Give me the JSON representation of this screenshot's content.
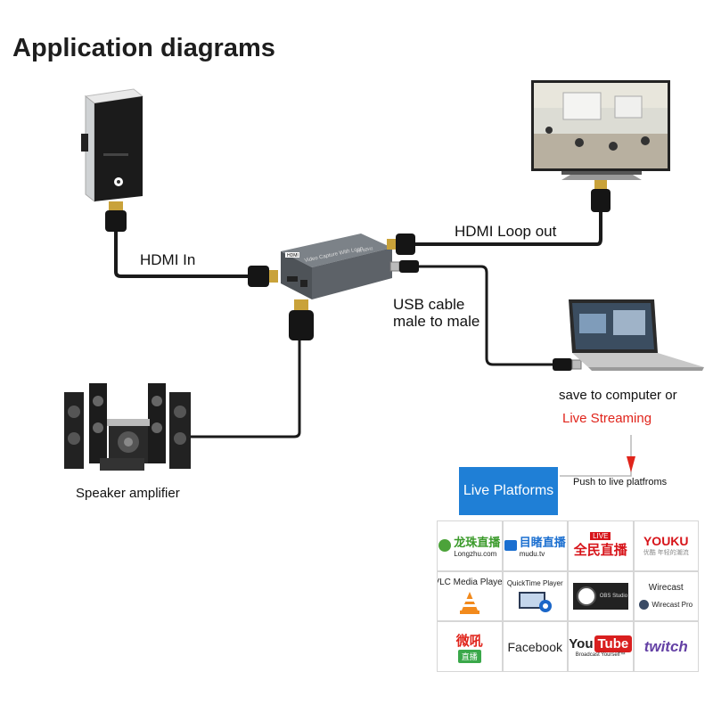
{
  "title": "Application diagrams",
  "labels": {
    "hdmi_in": "HDMI In",
    "hdmi_loop_out": "HDMI Loop out",
    "usb_cable_line1": "USB cable",
    "usb_cable_line2": "male to male",
    "save_to_computer": "save to computer or",
    "live_streaming": "Live Streaming",
    "speaker_amplifier": "Speaker amplifier",
    "push_to_live": "Push to live platfroms",
    "live_platforms": "Live Platforms"
  },
  "platforms": {
    "longzhu": {
      "name": "龙珠直播",
      "sub": "Longzhu.com"
    },
    "modu": {
      "name": "目睹直播",
      "sub": "mudu.tv"
    },
    "quanmin": {
      "name": "全民直播",
      "badge": "LIVE"
    },
    "youku": {
      "name": "YOUKU",
      "sub": "优酷 年轻的潮流"
    },
    "vlc": {
      "name": "VLC Media Player"
    },
    "quicktime": {
      "name": "QuickTime Player"
    },
    "obs": {
      "name": "OBS Studio"
    },
    "wirecast": {
      "name": "Wirecast",
      "sub": "Wirecast Pro"
    },
    "weiba": {
      "name": "微吼",
      "sub": "直播"
    },
    "facebook": {
      "name": "Facebook"
    },
    "youtube": {
      "name_a": "You",
      "name_b": "Tube",
      "sub": "Broadcast Yourself™"
    },
    "twitch": {
      "name": "twitch"
    }
  },
  "colors": {
    "accent_blue": "#1f7fd6",
    "live_red": "#e0241b",
    "cable": "#1a1a1a",
    "capture_box": "#5d6268"
  },
  "device": {
    "brand": "HDMI",
    "model": "Video Capture With Loop",
    "tag": "4K 60Hz"
  }
}
